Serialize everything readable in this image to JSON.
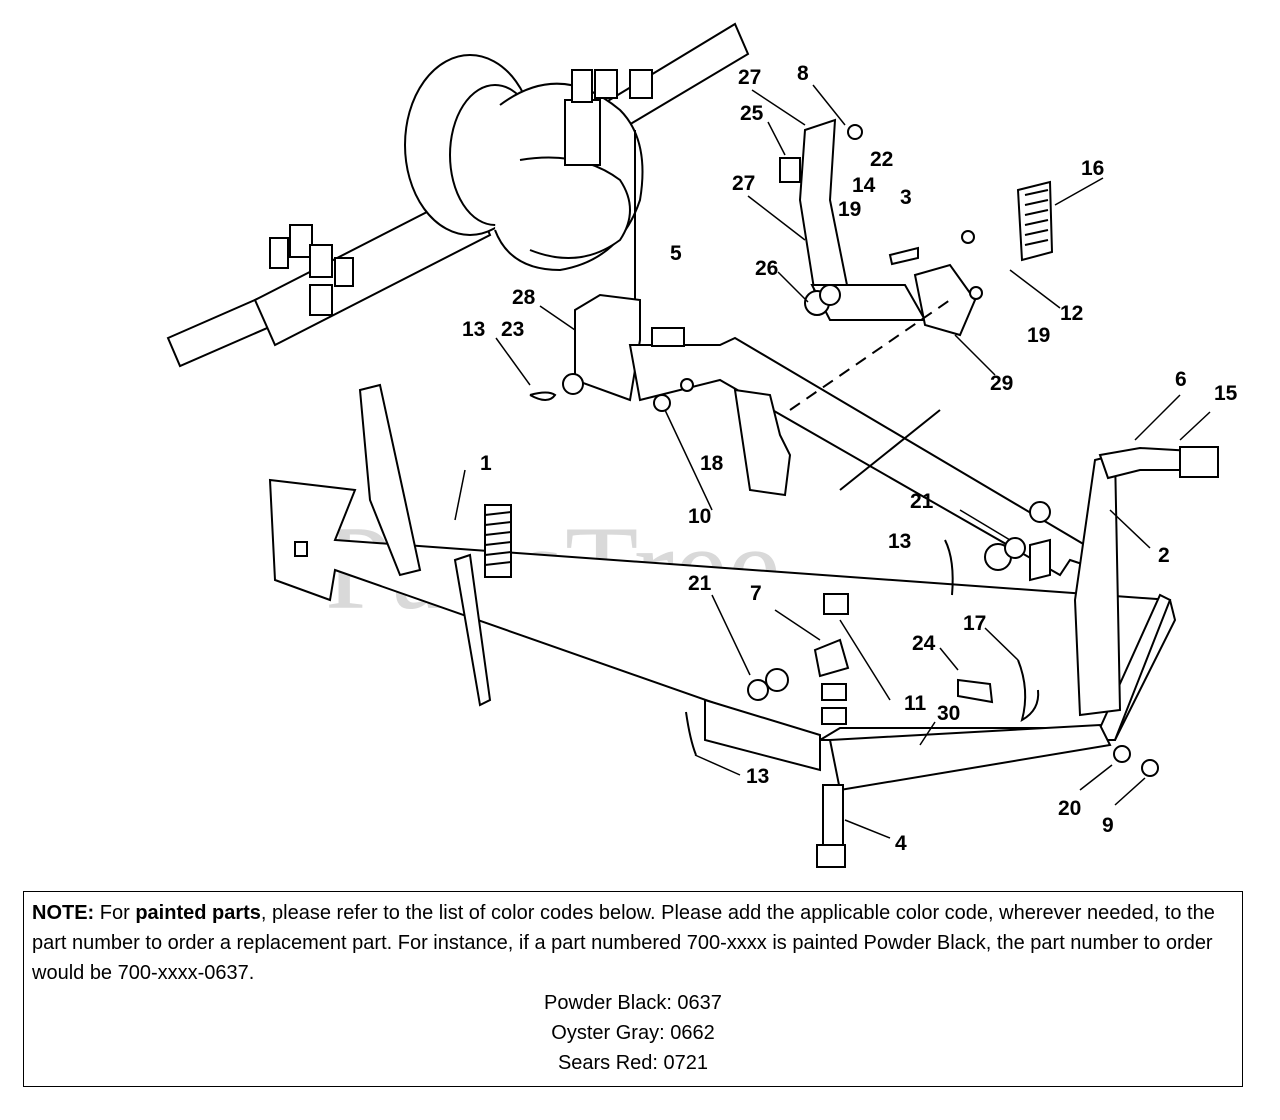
{
  "watermark": "PartsTree",
  "callouts": [
    "27",
    "8",
    "25",
    "22",
    "14",
    "16",
    "27",
    "19",
    "3",
    "26",
    "12",
    "19",
    "29",
    "5",
    "28",
    "13",
    "23",
    "18",
    "10",
    "1",
    "6",
    "15",
    "21",
    "13",
    "2",
    "21",
    "7",
    "24",
    "17",
    "11",
    "30",
    "13",
    "20",
    "9",
    "4"
  ],
  "note": {
    "lead": "NOTE:",
    "t1": " For ",
    "bold": "painted parts",
    "t2": ", please refer to the list of color codes below.  Please add the applicable color code, wherever needed, to the part number to order a replacement part.  For instance, if a part numbered 700-xxxx is painted Powder Black, the part number to order would be 700-xxxx-0637.",
    "codes": [
      "Powder Black: 0637",
      "Oyster Gray: 0662",
      "Sears Red: 0721"
    ]
  }
}
